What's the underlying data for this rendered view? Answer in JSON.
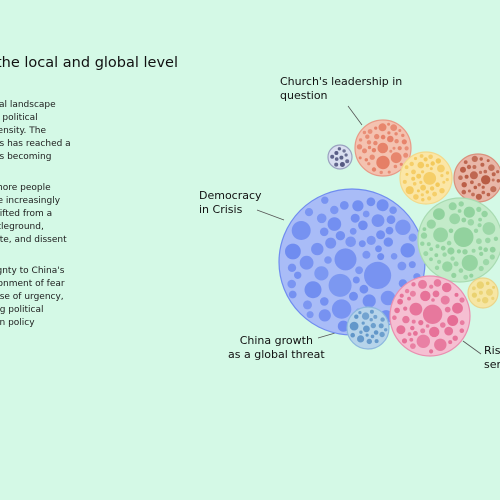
{
  "heading": "the local and global level",
  "paragraphs": [
    [
      "cal landscape",
      "e political",
      "tensity. The",
      "es has reached a",
      "es becoming"
    ],
    [
      "more people",
      "re increasingly",
      "hifted from a",
      "ttleground,",
      "ute, and dissent"
    ],
    [
      "ignty to China's",
      "ronment of fear",
      "nse of urgency,",
      "ng political",
      "an policy"
    ]
  ],
  "labels": {
    "church": [
      "Church's leadership in",
      "question"
    ],
    "democracy": [
      "Democracy",
      "in Crisis"
    ],
    "china": [
      "China growth",
      "as a global threat"
    ],
    "rising": [
      "Ris",
      "ser"
    ]
  },
  "clusters": [
    {
      "id": "democracy",
      "color": "#6f8cf0",
      "fill": "#a9bcf7",
      "ring": "#6f8cf0"
    },
    {
      "id": "church",
      "color": "#e57f66",
      "fill": "#f4c2b0",
      "ring": "#e99a86"
    },
    {
      "id": "yellow",
      "color": "#f3c85a",
      "fill": "#fbe6a6",
      "ring": "#f3d98a"
    },
    {
      "id": "brown",
      "color": "#b85c44",
      "fill": "#e9b7a8",
      "ring": "#d9917c"
    },
    {
      "id": "green",
      "color": "#8fd19c",
      "fill": "#c3ebc9",
      "ring": "#a8dbb1"
    },
    {
      "id": "pink",
      "color": "#e56d95",
      "fill": "#f5bfd2",
      "ring": "#ea8fb0"
    },
    {
      "id": "small-yellow",
      "color": "#e9cf6a",
      "fill": "#f6e6a4",
      "ring": "#ead58a"
    },
    {
      "id": "china",
      "color": "#5f95c8",
      "fill": "#b6d4ea",
      "ring": "#8db8de"
    },
    {
      "id": "navy",
      "color": "#4a4f7a",
      "fill": "#d9dff0",
      "ring": "#9aa2c0"
    }
  ]
}
